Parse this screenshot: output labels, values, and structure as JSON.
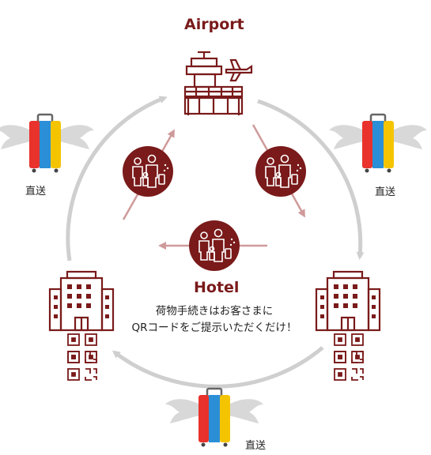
{
  "labels": {
    "airport": "Airport",
    "hotel": "Hotel",
    "direct_left": "直送",
    "direct_right": "直送",
    "direct_bottom": "直送",
    "description_line1": "荷物手続きはお客さまに",
    "description_line2": "QRコードをご提示いただくだけ！"
  },
  "colors": {
    "maroon": "#7a1a1a",
    "gray_arrow": "#cfcfcf",
    "pink_arrow": "#cf9a9a",
    "suitcase_red": "#e8322b",
    "suitcase_blue": "#2a8fd6",
    "suitcase_yellow": "#f5c400"
  },
  "icons": {
    "airport": "airport-terminal-icon",
    "hotel": "hotel-building-icon",
    "qr": "qr-code-icon",
    "family": "family-icon",
    "suitcase": "winged-suitcase-icon"
  }
}
